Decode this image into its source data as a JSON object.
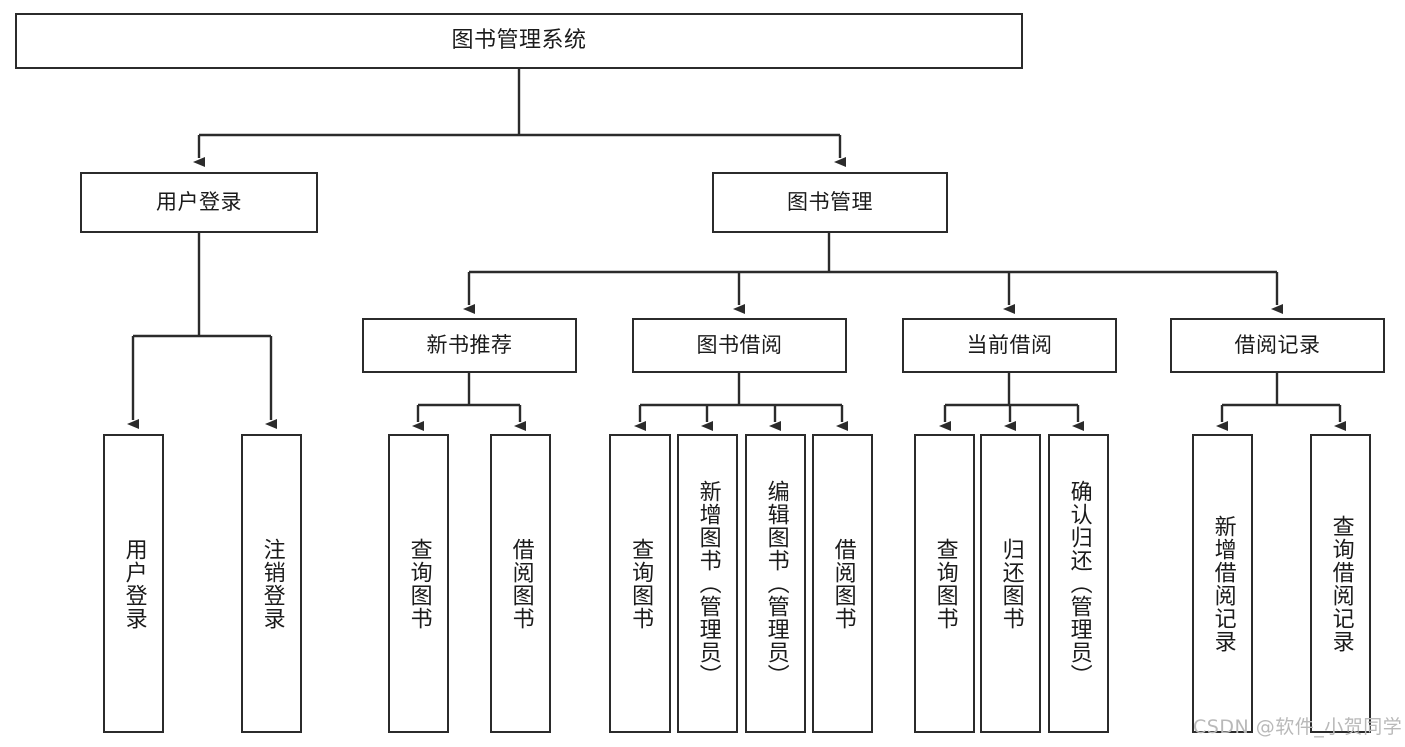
{
  "diagram": {
    "type": "hierarchy-tree",
    "title": "图书管理系统",
    "root": {
      "label": "图书管理系统"
    },
    "level2": [
      {
        "id": "user-login",
        "label": "用户登录"
      },
      {
        "id": "book-management",
        "label": "图书管理"
      }
    ],
    "level3": [
      {
        "id": "new-book-recommend",
        "label": "新书推荐"
      },
      {
        "id": "book-borrow",
        "label": "图书借阅"
      },
      {
        "id": "current-borrow",
        "label": "当前借阅"
      },
      {
        "id": "borrow-record",
        "label": "借阅记录"
      }
    ],
    "leaves": {
      "user_login": [
        {
          "id": "leaf-user-login",
          "label": "用户登录"
        },
        {
          "id": "leaf-logout-login",
          "label": "注销登录"
        }
      ],
      "new_book_recommend": [
        {
          "id": "leaf-query-book-1",
          "label": "查询图书"
        },
        {
          "id": "leaf-borrow-book-1",
          "label": "借阅图书"
        }
      ],
      "book_borrow": [
        {
          "id": "leaf-query-book-2",
          "label": "查询图书"
        },
        {
          "id": "leaf-add-book",
          "label": "新增图书（管理员）"
        },
        {
          "id": "leaf-edit-book",
          "label": "编辑图书（管理员）"
        },
        {
          "id": "leaf-borrow-book-2",
          "label": "借阅图书"
        }
      ],
      "current_borrow": [
        {
          "id": "leaf-query-book-3",
          "label": "查询图书"
        },
        {
          "id": "leaf-return-book",
          "label": "归还图书"
        },
        {
          "id": "leaf-confirm-return",
          "label": "确认归还（管理员）"
        }
      ],
      "borrow_record": [
        {
          "id": "leaf-add-borrow-record",
          "label": "新增借阅记录"
        },
        {
          "id": "leaf-query-borrow-record",
          "label": "查询借阅记录"
        }
      ]
    },
    "colors": {
      "border": "#2b2b2b",
      "text": "#1b1b1b",
      "background": "#ffffff",
      "watermark": "#b9b9b9"
    }
  },
  "watermark": {
    "text": "CSDN @软件_小贺同学"
  }
}
